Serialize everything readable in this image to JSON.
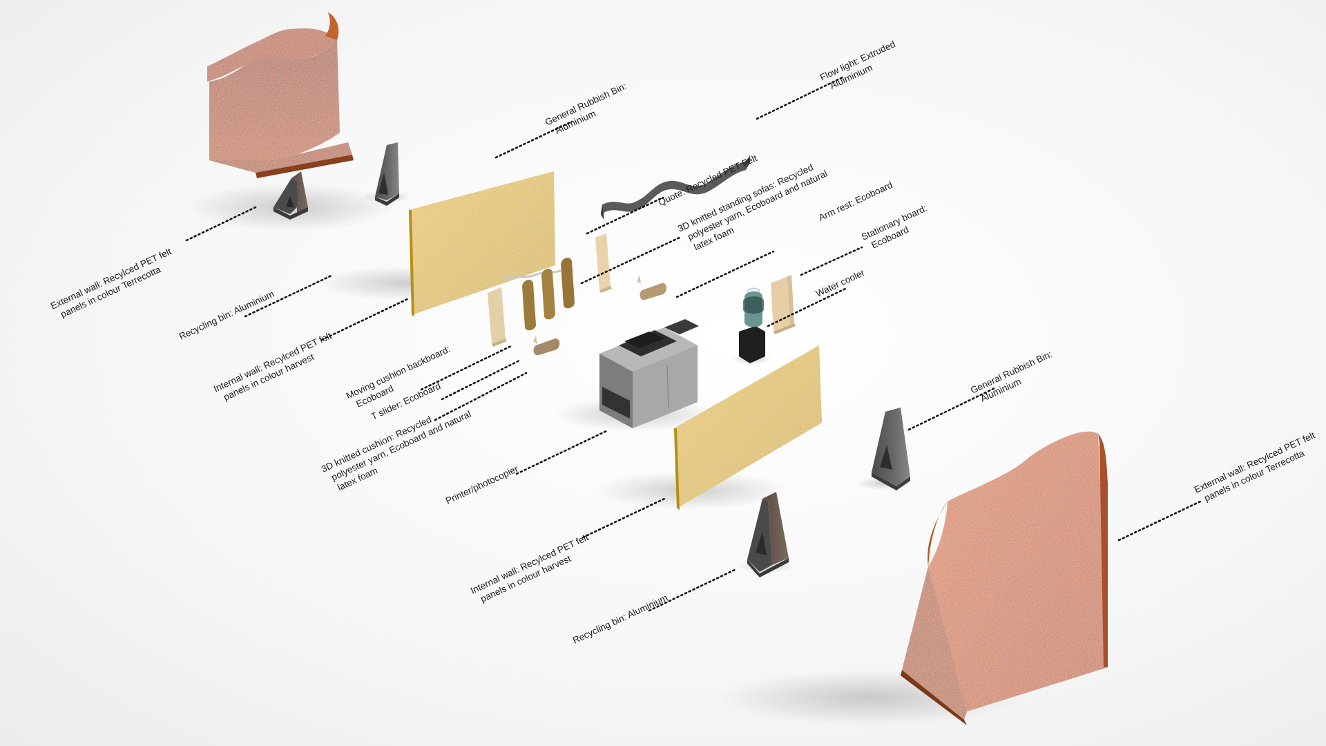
{
  "colors": {
    "terracotta": "#d2713d",
    "terracotta_dark": "#a8502a",
    "harvest": "#d9b530",
    "harvest_dark": "#b38f1a",
    "aluminium": "#5a5a5a",
    "ecoboard": "#e6cfa6",
    "cork": "#9c7a3e",
    "printer": "#a0a0a0"
  },
  "labels": {
    "external_wall_left": [
      "External wall: Recylced PET felt",
      "panels in colour Terrecotta"
    ],
    "recycling_bin_left": [
      "Recycling bin: Aluminium"
    ],
    "internal_wall_left": [
      "Internal wall: Recylced PET felt",
      "panels in colour harvest"
    ],
    "general_bin_top": [
      "General Rubbish Bin:",
      "Aluminium"
    ],
    "flow_light": [
      "Flow light: Extruded",
      "Aluiminium"
    ],
    "quote": [
      "Quote: Recycled PET Felt"
    ],
    "standing_sofas": [
      "3D knitted standing sofas: Recycled",
      "polyester yarn, Ecoboard and natural",
      "latex foam"
    ],
    "arm_rest": [
      "Arm rest: Ecoboard"
    ],
    "stationary_board": [
      "Stationary board:",
      "Ecoboard"
    ],
    "water_cooler": [
      "Water cooler"
    ],
    "moving_cushion": [
      "Moving cushion backboard:",
      "Ecoboard"
    ],
    "t_slider": [
      "T slider: Ecoboard"
    ],
    "knitted_cushion": [
      "3D knitted cushion: Recycled",
      "polyester yarn, Ecoboard and natural",
      "latex foam"
    ],
    "printer": [
      "Printer/photocopier"
    ],
    "general_bin_right": [
      "General Rubbish Bin:",
      "Aluminium"
    ],
    "internal_wall_right": [
      "Internal wall: Recylced PET felt",
      "panels in colour harvest"
    ],
    "external_wall_right": [
      "External wall: Recylced PET felt",
      "panels in colour Terrecotta"
    ],
    "recycling_bin_right": [
      "Recycling bin: Aluminium"
    ]
  }
}
